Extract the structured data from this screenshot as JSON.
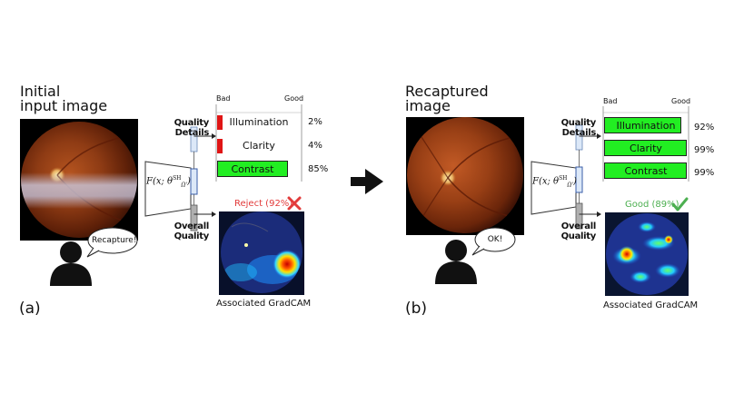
{
  "panel_a": {
    "title_line1": "Initial",
    "title_line2": "input image",
    "speech": "Recapture!",
    "sublabel": "(a)",
    "quality_details_line1": "Quality",
    "quality_details_line2": "Details",
    "overall_quality_line1": "Overall",
    "overall_quality_line2": "Quality",
    "formula": "F(x; θ",
    "scale_bad": "Bad",
    "scale_good": "Good",
    "metrics": [
      {
        "label": "Illumination",
        "value": "2%",
        "level": 0.02
      },
      {
        "label": "Clarity",
        "value": "4%",
        "level": 0.04
      },
      {
        "label": "Contrast",
        "value": "85%",
        "level": 0.85
      }
    ],
    "verdict": "Reject (92%)",
    "verdict_icon": "cross-icon",
    "verdict_color": "#e23b3b",
    "gradcam_caption": "Associated GradCAM"
  },
  "panel_b": {
    "title_line1": "Recaptured",
    "title_line2": "image",
    "speech": "OK!",
    "sublabel": "(b)",
    "quality_details_line1": "Quality",
    "quality_details_line2": "Details",
    "overall_quality_line1": "Overall",
    "overall_quality_line2": "Quality",
    "formula": "F(x; θ",
    "scale_bad": "Bad",
    "scale_good": "Good",
    "metrics": [
      {
        "label": "Illumination",
        "value": "92%",
        "level": 0.92
      },
      {
        "label": "Clarity",
        "value": "99%",
        "level": 0.99
      },
      {
        "label": "Contrast",
        "value": "99%",
        "level": 0.99
      }
    ],
    "verdict": "Good (89%)",
    "verdict_icon": "check-icon",
    "verdict_color": "#4caf50",
    "gradcam_caption": "Associated GradCAM"
  },
  "colors": {
    "good_bar": "#22ee22",
    "bad_bar": "#e01515"
  },
  "arrow_icon": "right-arrow-icon"
}
